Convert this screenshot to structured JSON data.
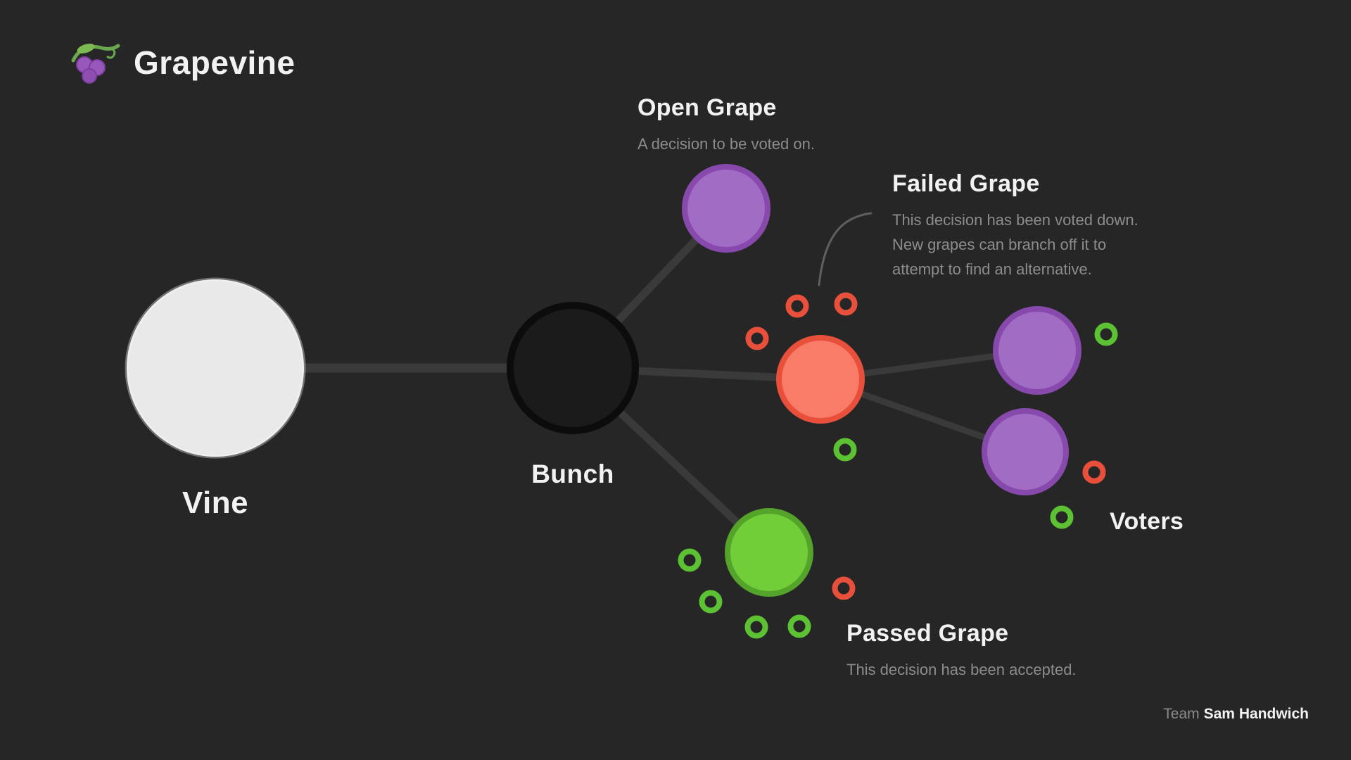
{
  "app": {
    "title": "Grapevine"
  },
  "nodes": {
    "vine": {
      "label": "Vine"
    },
    "bunch": {
      "label": "Bunch"
    },
    "open_grape": {
      "title": "Open Grape",
      "description": "A decision to be voted on."
    },
    "failed_grape": {
      "title": "Failed Grape",
      "description_lines": [
        "This decision has been voted down.",
        "New grapes can branch off it to",
        "attempt to find an alternative."
      ]
    },
    "passed_grape": {
      "title": "Passed Grape",
      "description": "This decision has been accepted."
    },
    "voters": {
      "label": "Voters"
    }
  },
  "footer": {
    "team_label": "Team",
    "team_name": "Sam Handwich"
  },
  "icons": {
    "logo": "grapes-icon"
  },
  "colors": {
    "background": "#262626",
    "edge": "#3a3a3a",
    "vine_fill": "#e9e9e9",
    "bunch_fill": "#1b1b1b",
    "bunch_stroke": "#0c0c0c",
    "purple_fill": "#a06cc4",
    "purple_stroke": "#8849ad",
    "red_fill": "#f87c68",
    "red_stroke": "#e8503c",
    "green_fill": "#71ce38",
    "green_stroke": "#54a32a",
    "ring_red": "#e8503c",
    "ring_green": "#5cc133",
    "text_primary": "#f2f2f2",
    "text_muted": "#8c8c8c"
  }
}
